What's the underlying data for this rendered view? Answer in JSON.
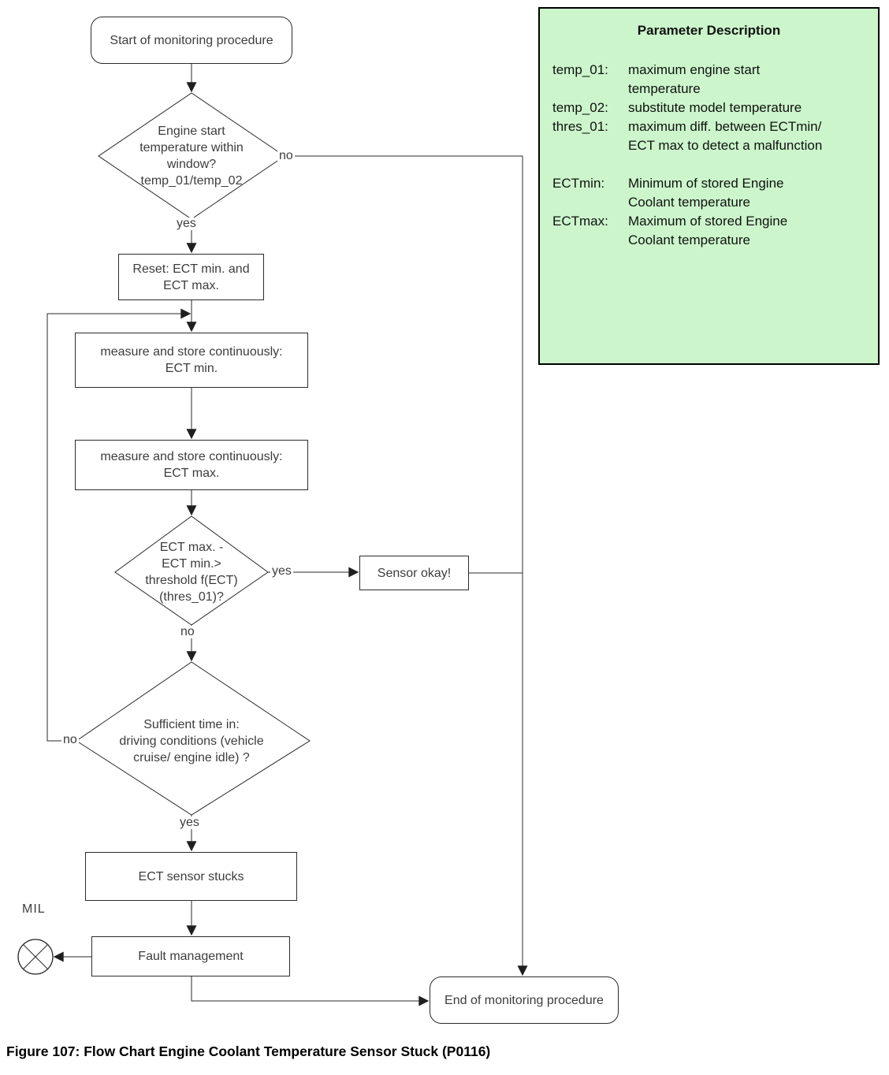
{
  "figure_caption": "Figure 107: Flow Chart Engine Coolant Temperature Sensor Stuck (P0116)",
  "flowchart": {
    "start": "Start of monitoring procedure",
    "decision_engine_start": "Engine start\ntemperature within\nwindow?\ntemp_01/temp_02",
    "reset": "Reset: ECT min. and\nECT max.",
    "measure_min": "measure and store continuously:\nECT min.",
    "measure_max": "measure and store continuously:\nECT max.",
    "decision_threshold": "ECT max. -\nECT min.>\nthreshold f(ECT)\n(thres_01)?",
    "sensor_okay": "Sensor okay!",
    "decision_sufficient_time": "Sufficient time in:\ndriving conditions (vehicle\ncruise/ engine idle) ?",
    "ect_sensor_stuck": "ECT sensor stucks",
    "fault_management": "Fault management",
    "end": "End of monitoring procedure",
    "mil": "MIL",
    "branch_labels": {
      "engine_start_no": "no",
      "engine_start_yes": "yes",
      "threshold_yes": "yes",
      "threshold_no": "no",
      "sufficient_time_no": "no",
      "sufficient_time_yes": "yes"
    }
  },
  "parameter_panel": {
    "title": "Parameter Description",
    "background_color": "#ccf5cc",
    "entries": [
      {
        "label": "temp_01:",
        "desc": "maximum engine start\ntemperature"
      },
      {
        "label": "temp_02:",
        "desc": "substitute model temperature"
      },
      {
        "label": "thres_01:",
        "desc": "maximum diff. between ECTmin/\nECT max to detect a malfunction"
      }
    ],
    "definitions": [
      {
        "label": "ECTmin:",
        "desc": "Minimum of stored Engine\nCoolant temperature"
      },
      {
        "label": "ECTmax:",
        "desc": "Maximum of stored Engine\nCoolant temperature"
      }
    ]
  }
}
